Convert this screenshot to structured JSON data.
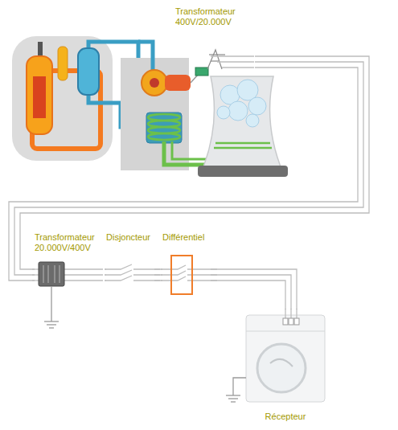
{
  "diagram": {
    "nodes": [
      {
        "text": [
          "Transformateur 400V/20.000V"
        ]
      },
      {
        "text": [
          "Transformateur 20.000V/400V"
        ]
      },
      {
        "text": [
          "Disjoncteur"
        ]
      },
      {
        "text": [
          "Différentiel"
        ]
      },
      {
        "text": [
          "Récepteur"
        ]
      }
    ],
    "edges": [
      {
        "from": 0,
        "to": 1,
        "arrow": "none"
      },
      {
        "from": 1,
        "to": 2,
        "arrow": "none"
      },
      {
        "from": 2,
        "to": 3,
        "arrow": "none"
      },
      {
        "from": 3,
        "to": 4,
        "arrow": "none"
      }
    ]
  }
}
